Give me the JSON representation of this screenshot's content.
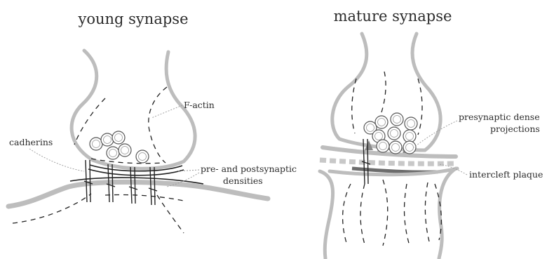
{
  "panels": {
    "young": {
      "title": "young synapse",
      "labels": {
        "f_actin": "F-actin",
        "cadherins": "cadherins",
        "densities_line1": "pre- and postsynaptic",
        "densities_line2": "densities"
      }
    },
    "mature": {
      "title": "mature synapse",
      "labels": {
        "dense_projections_line1": "presynaptic dense",
        "dense_projections_line2": "projections",
        "intercleft_plaque": "intercleft plaque"
      }
    }
  },
  "colors": {
    "membrane": "#bdbdbd",
    "postsynaptic_density": "#6b6b6b",
    "plaque": "#c8c8c8",
    "ink": "#222222"
  }
}
